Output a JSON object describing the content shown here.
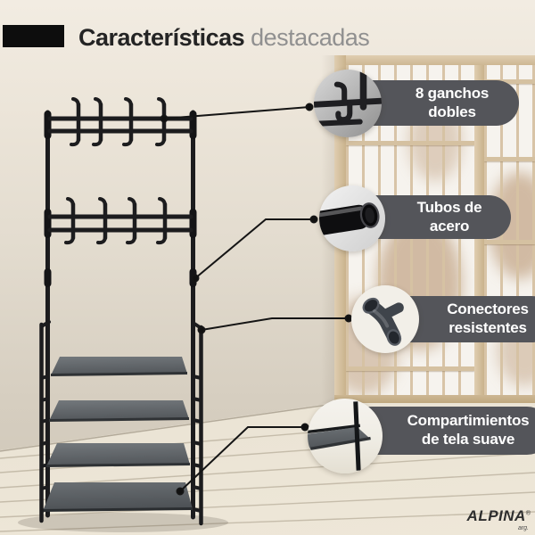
{
  "title": {
    "highlight": "Características",
    "rest": "destacadas"
  },
  "callouts": [
    {
      "id": "hooks",
      "line1": "8 ganchos",
      "line2": "dobles",
      "icon": "double-hooks-closeup"
    },
    {
      "id": "tubes",
      "line1": "Tubos de",
      "line2": "acero",
      "icon": "steel-tube-closeup"
    },
    {
      "id": "connectors",
      "line1": "Conectores",
      "line2": "resistentes",
      "icon": "pipe-connector-closeup"
    },
    {
      "id": "shelves",
      "line1": "Compartimientos",
      "line2": "de tela suave",
      "icon": "fabric-shelf-closeup"
    }
  ],
  "brand": {
    "name": "ALPINA",
    "registered": "®",
    "subtext": "arg."
  },
  "colors": {
    "pill_background": "#54555a",
    "pill_text": "#ffffff",
    "title_dark": "#242424",
    "title_light": "#909090",
    "accent_bar": "#0d0d0d",
    "rack_black": "#1c1c1e",
    "shelf_fabric": "#5c6064",
    "shoji_frame": "#d5c1a1",
    "wall": "#e6dfd2",
    "floor": "#e6dfd0"
  }
}
